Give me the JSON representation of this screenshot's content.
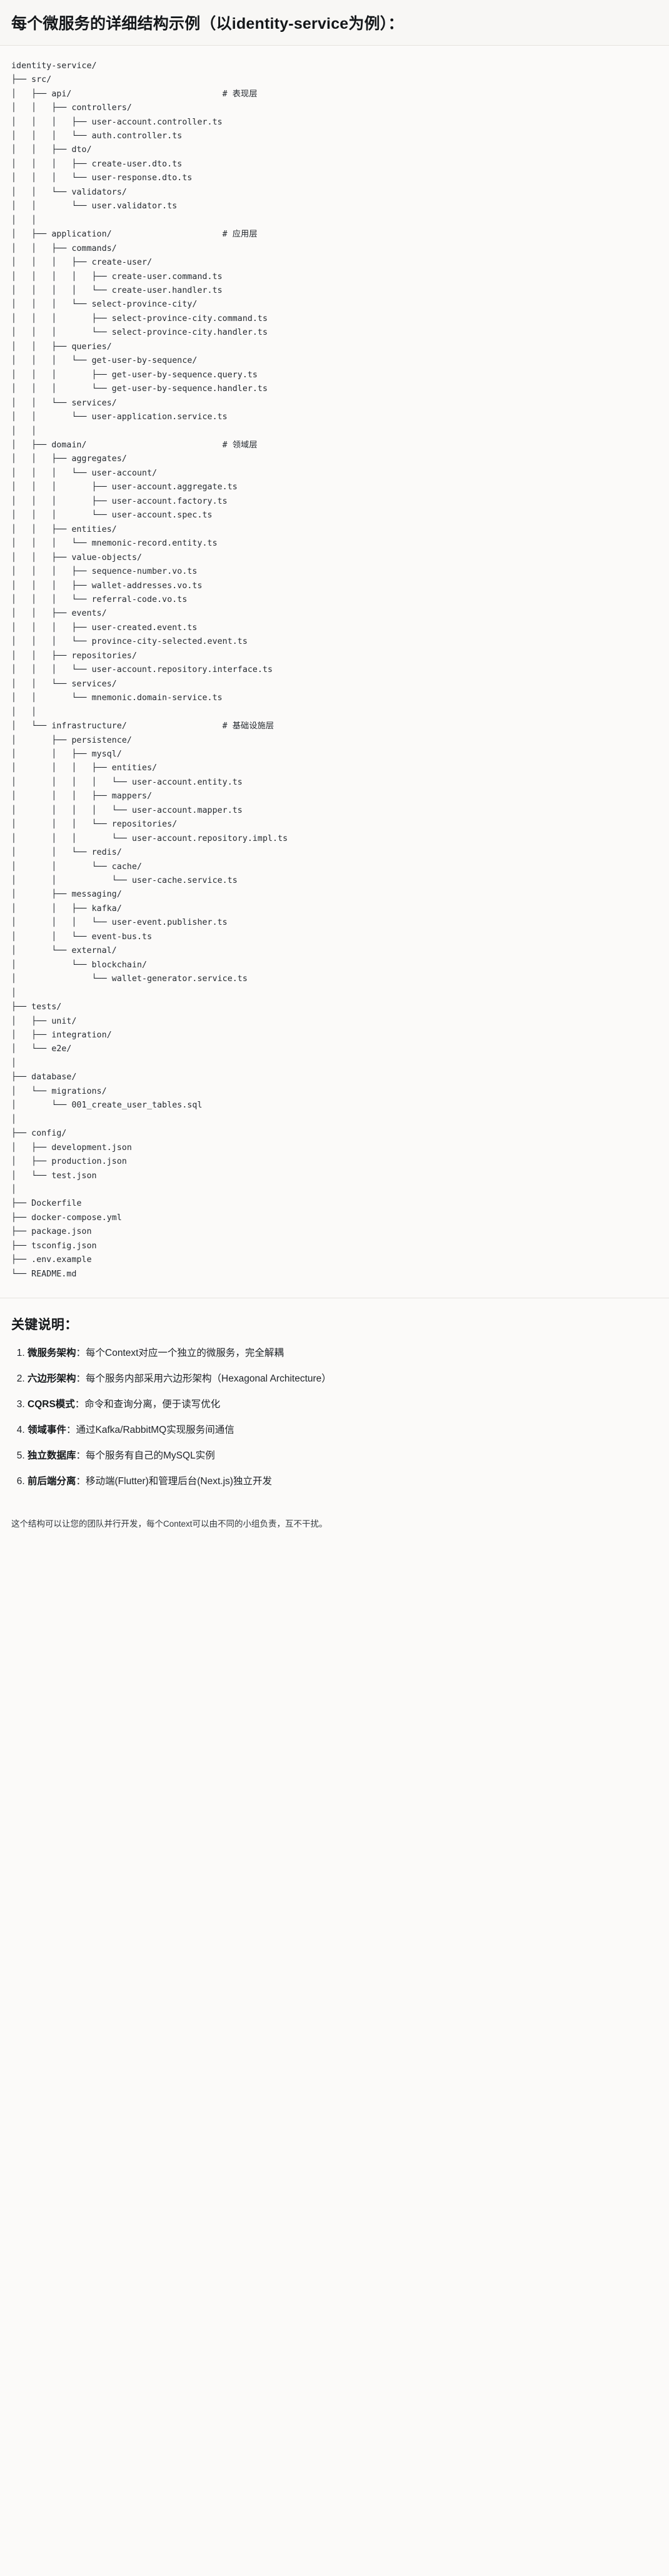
{
  "header": {
    "title": "每个微服务的详细结构示例（以identity-service为例）："
  },
  "tree": {
    "root": "identity-service/",
    "text": "identity-service/\n├── src/\n│   ├── api/                              # 表现层\n│   │   ├── controllers/\n│   │   │   ├── user-account.controller.ts\n│   │   │   └── auth.controller.ts\n│   │   ├── dto/\n│   │   │   ├── create-user.dto.ts\n│   │   │   └── user-response.dto.ts\n│   │   └── validators/\n│   │       └── user.validator.ts\n│   │\n│   ├── application/                      # 应用层\n│   │   ├── commands/\n│   │   │   ├── create-user/\n│   │   │   │   ├── create-user.command.ts\n│   │   │   │   └── create-user.handler.ts\n│   │   │   └── select-province-city/\n│   │   │       ├── select-province-city.command.ts\n│   │   │       └── select-province-city.handler.ts\n│   │   ├── queries/\n│   │   │   └── get-user-by-sequence/\n│   │   │       ├── get-user-by-sequence.query.ts\n│   │   │       └── get-user-by-sequence.handler.ts\n│   │   └── services/\n│   │       └── user-application.service.ts\n│   │\n│   ├── domain/                           # 领域层\n│   │   ├── aggregates/\n│   │   │   └── user-account/\n│   │   │       ├── user-account.aggregate.ts\n│   │   │       ├── user-account.factory.ts\n│   │   │       └── user-account.spec.ts\n│   │   ├── entities/\n│   │   │   └── mnemonic-record.entity.ts\n│   │   ├── value-objects/\n│   │   │   ├── sequence-number.vo.ts\n│   │   │   ├── wallet-addresses.vo.ts\n│   │   │   └── referral-code.vo.ts\n│   │   ├── events/\n│   │   │   ├── user-created.event.ts\n│   │   │   └── province-city-selected.event.ts\n│   │   ├── repositories/\n│   │   │   └── user-account.repository.interface.ts\n│   │   └── services/\n│   │       └── mnemonic.domain-service.ts\n│   │\n│   └── infrastructure/                   # 基础设施层\n│       ├── persistence/\n│       │   ├── mysql/\n│       │   │   ├── entities/\n│       │   │   │   └── user-account.entity.ts\n│       │   │   ├── mappers/\n│       │   │   │   └── user-account.mapper.ts\n│       │   │   └── repositories/\n│       │   │       └── user-account.repository.impl.ts\n│       │   └── redis/\n│       │       └── cache/\n│       │           └── user-cache.service.ts\n│       ├── messaging/\n│       │   ├── kafka/\n│       │   │   └── user-event.publisher.ts\n│       │   └── event-bus.ts\n│       └── external/\n│           └── blockchain/\n│               └── wallet-generator.service.ts\n│\n├── tests/\n│   ├── unit/\n│   ├── integration/\n│   └── e2e/\n│\n├── database/\n│   └── migrations/\n│       └── 001_create_user_tables.sql\n│\n├── config/\n│   ├── development.json\n│   ├── production.json\n│   └── test.json\n│\n├── Dockerfile\n├── docker-compose.yml\n├── package.json\n├── tsconfig.json\n├── .env.example\n└── README.md",
    "layer_comments": [
      "# 表现层",
      "# 应用层",
      "# 领域层",
      "# 基础设施层"
    ]
  },
  "notes": {
    "title": "关键说明：",
    "items": [
      {
        "term": "微服务架构",
        "body": "：每个Context对应一个独立的微服务，完全解耦"
      },
      {
        "term": "六边形架构",
        "body": "：每个服务内部采用六边形架构（Hexagonal Architecture）"
      },
      {
        "term": "CQRS模式",
        "body": "：命令和查询分离，便于读写优化"
      },
      {
        "term": "领域事件",
        "body": "：通过Kafka/RabbitMQ实现服务间通信"
      },
      {
        "term": "独立数据库",
        "body": "：每个服务有自己的MySQL实例"
      },
      {
        "term": "前后端分离",
        "body": "：移动端(Flutter)和管理后台(Next.js)独立开发"
      }
    ],
    "footer": "这个结构可以让您的团队并行开发，每个Context可以由不同的小组负责，互不干扰。"
  }
}
